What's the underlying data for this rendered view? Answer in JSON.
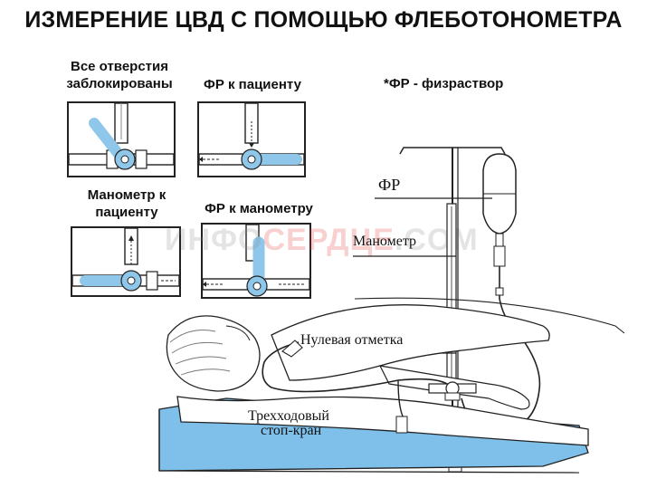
{
  "title": "ИЗМЕРЕНИЕ ЦВД С ПОМОЩЬЮ ФЛЕБОТОНОМЕТРА",
  "legend_note": "*ФР - физраствор",
  "panels": [
    {
      "caption": "Все отверстия заблокированы"
    },
    {
      "caption": "ФР к пациенту"
    },
    {
      "caption": "Манометр к пациенту"
    },
    {
      "caption": "ФР к манометру"
    }
  ],
  "labels": {
    "fr": "ФР",
    "manometer": "Манометр",
    "zero_mark": "Нулевая отметка",
    "stopcock_line1": "Трехходовый",
    "stopcock_line2": "стоп-кран"
  },
  "watermark": {
    "part1": "ИНФО",
    "part2": "СЕРДЦЕ",
    "part3": ".COM"
  },
  "colors": {
    "accent_blue": "#8fc7ea",
    "mattress": "#7fc0ea",
    "line": "#222222"
  }
}
